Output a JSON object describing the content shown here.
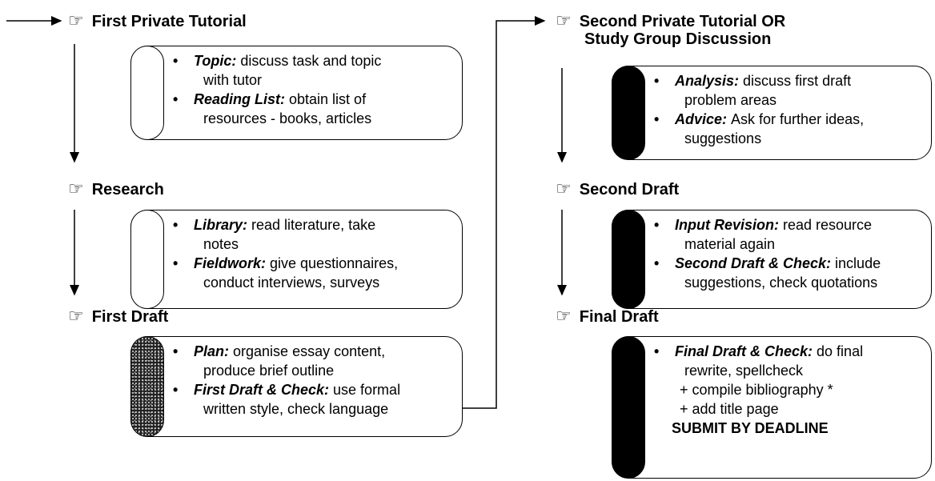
{
  "left_column": [
    {
      "title": "First Private Tutorial",
      "style": "plain",
      "items": [
        {
          "term": "Topic:",
          "lines": [
            "discuss task and topic",
            "with tutor"
          ]
        },
        {
          "term": "Reading List:",
          "lines": [
            "obtain list of",
            "resources - books, articles"
          ]
        }
      ]
    },
    {
      "title": "Research",
      "style": "plain",
      "items": [
        {
          "term": "Library:",
          "lines": [
            "read literature, take",
            "notes"
          ]
        },
        {
          "term": "Fieldwork:",
          "lines": [
            "give questionnaires,",
            "conduct interviews, surveys"
          ]
        }
      ]
    },
    {
      "title": "First Draft",
      "style": "dots",
      "items": [
        {
          "term": "Plan:",
          "lines": [
            "organise essay content,",
            "produce brief outline"
          ]
        },
        {
          "term": "First Draft & Check:",
          "lines": [
            "use formal",
            "written style, check language"
          ]
        }
      ]
    }
  ],
  "right_column": [
    {
      "title_lines": [
        "Second Private Tutorial OR",
        "Study Group Discussion"
      ],
      "style": "dark",
      "items": [
        {
          "term": "Analysis:",
          "lines": [
            "discuss first draft",
            "problem areas"
          ]
        },
        {
          "term": "Advice:",
          "lines": [
            "Ask for further ideas,",
            "suggestions"
          ]
        }
      ]
    },
    {
      "title_lines": [
        "Second Draft"
      ],
      "style": "dark",
      "items": [
        {
          "term": "Input Revision:",
          "lines": [
            "read resource",
            "material again"
          ]
        },
        {
          "term": "Second Draft & Check:",
          "lines": [
            "include",
            "suggestions, check quotations"
          ]
        }
      ]
    },
    {
      "title_lines": [
        "Final Draft"
      ],
      "style": "dark",
      "items": [
        {
          "term": "Final Draft & Check:",
          "lines": [
            "do final",
            "rewrite, spellcheck"
          ]
        }
      ],
      "extra_lines": [
        "+ compile bibliography *",
        "+ add title page"
      ],
      "closing": "SUBMIT BY DEADLINE"
    }
  ],
  "symbols": {
    "hand_icon": "☞",
    "bullet": "•"
  }
}
